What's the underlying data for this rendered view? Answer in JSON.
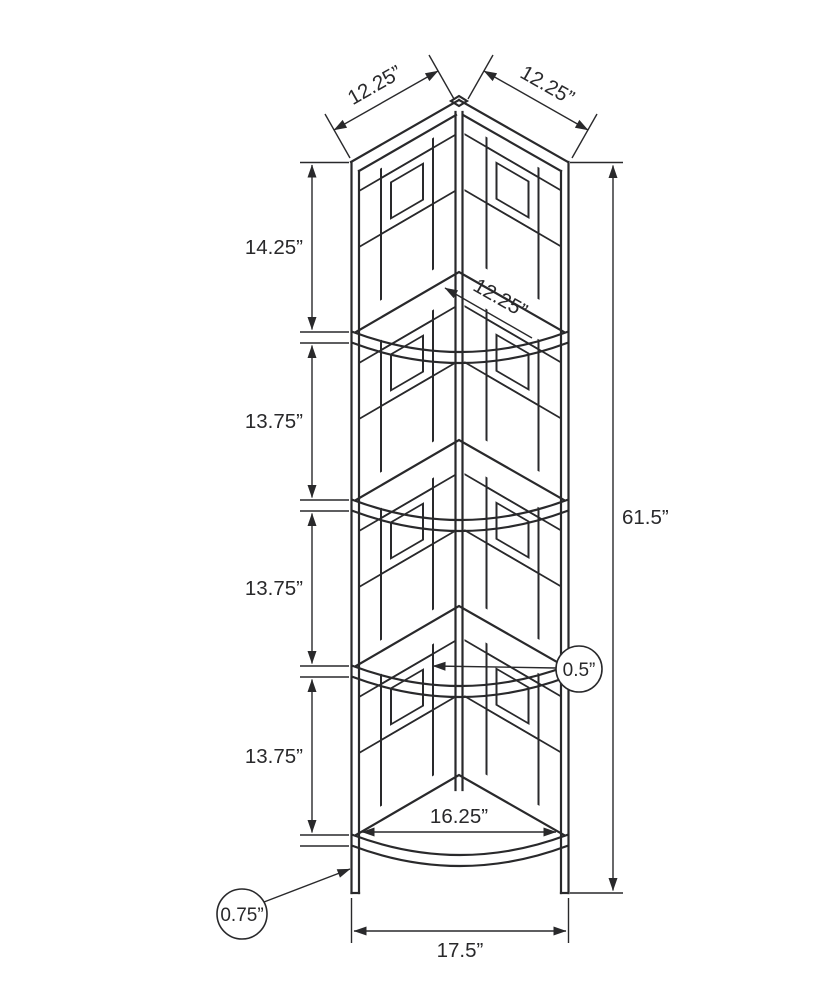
{
  "page": {
    "title": "Corner bookcase dimension diagram",
    "line_color": "#29292b",
    "background": "#ffffff"
  },
  "labels": {
    "top_left_width": "12.25”",
    "top_right_width": "12.25”",
    "shelf_depth": "12.25”",
    "section_top": "14.25”",
    "section_2": "13.75”",
    "section_3": "13.75”",
    "section_4": "13.75”",
    "overall_height": "61.5”",
    "inner_width": "16.25”",
    "overall_width": "17.5”",
    "shelf_thickness": "0.5”",
    "leg_thickness": "0.75”"
  }
}
